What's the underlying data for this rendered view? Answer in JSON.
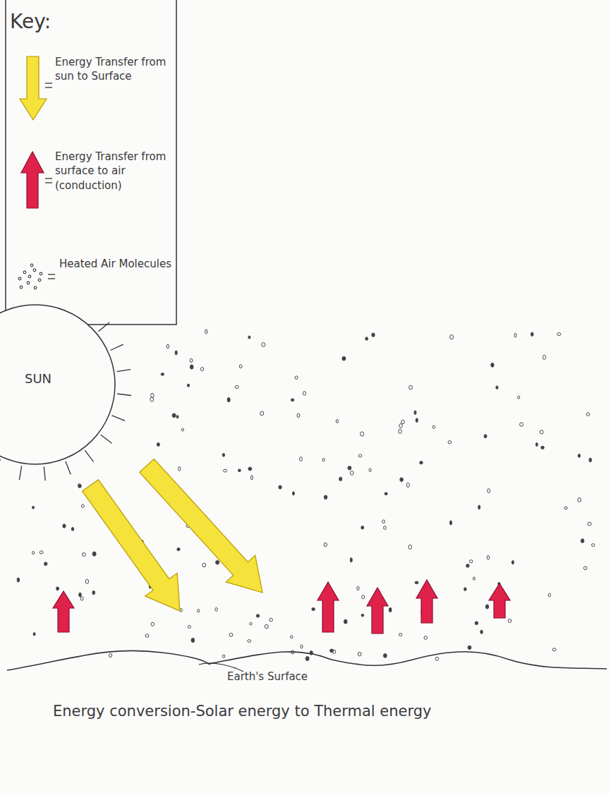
{
  "diagram": {
    "caption": "Energy conversion-Solar energy to Thermal energy",
    "nodes": [
      {
        "text": [
          "SUN"
        ]
      }
    ],
    "labels": [
      "Key:",
      "Earth's Surface"
    ],
    "legend": [
      {
        "text": "Energy Transfer from sun to Surface"
      },
      {
        "text": "Energy Transfer from surface to air (conduction)"
      },
      {
        "text": "Heated Air Molecules"
      }
    ]
  }
}
